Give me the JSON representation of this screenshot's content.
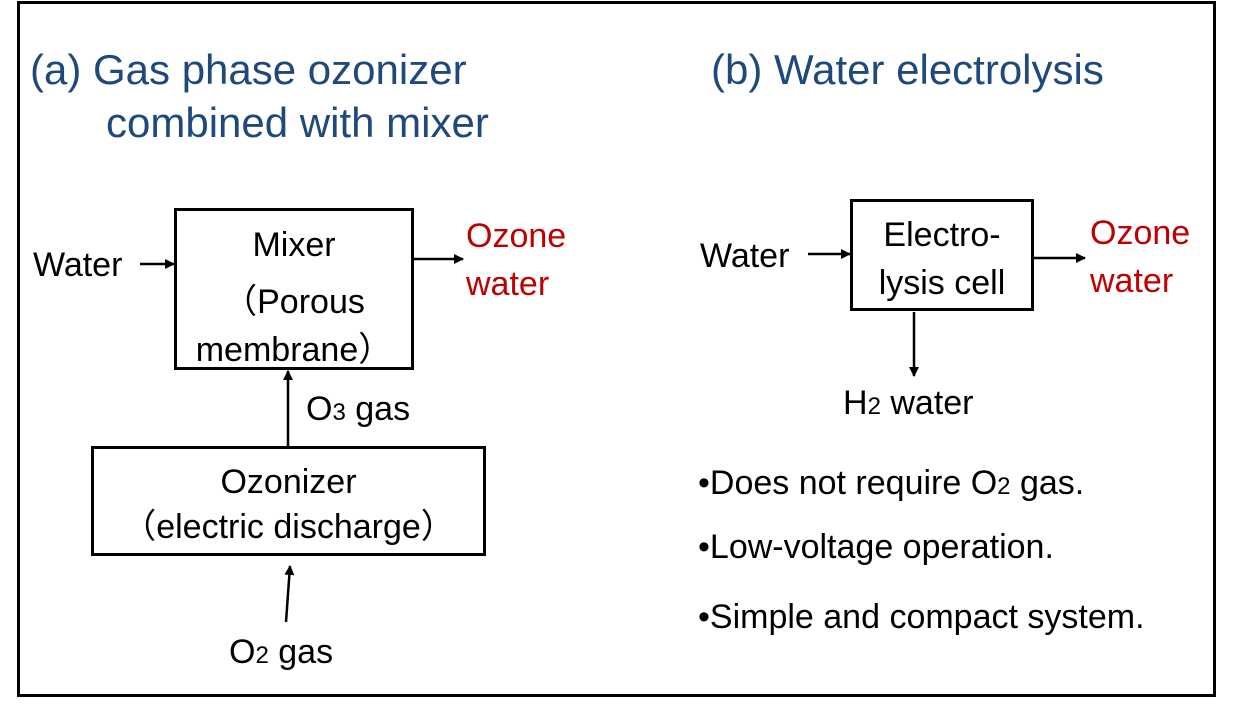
{
  "panel_a": {
    "title_line1": "(a) Gas phase ozonizer",
    "title_line2": "combined with mixer",
    "water_label": "Water",
    "mixer_line1": "Mixer",
    "mixer_line2": "（Porous",
    "mixer_line3": "membrane）",
    "output_line1": "Ozone",
    "output_line2": "water",
    "o3_prefix": "O",
    "o3_sub": "3",
    "o3_suffix": " gas",
    "ozonizer_line1": "Ozonizer",
    "ozonizer_line2": "（electric discharge）",
    "o2_prefix": "O",
    "o2_sub": "2",
    "o2_suffix": " gas"
  },
  "panel_b": {
    "title": "(b) Water electrolysis",
    "water_label": "Water",
    "cell_line1": "Electro-",
    "cell_line2": "lysis cell",
    "output_line1": "Ozone",
    "output_line2": "water",
    "h2_prefix": "H",
    "h2_sub": "2",
    "h2_suffix": " water",
    "bullet1_prefix": "•Does not require O",
    "bullet1_sub": "2",
    "bullet1_suffix": " gas.",
    "bullet2": "•Low-voltage operation.",
    "bullet3": "•Simple and compact system."
  },
  "colors": {
    "title": "#1F497D",
    "output": "#C00000",
    "line": "#000000"
  }
}
